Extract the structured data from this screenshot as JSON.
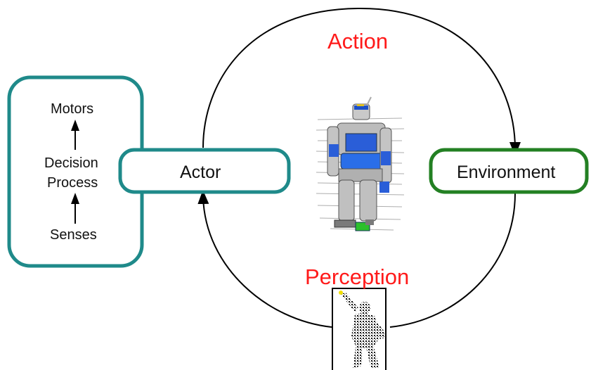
{
  "diagram": {
    "loop_labels": {
      "top": "Action",
      "bottom": "Perception"
    },
    "actor_box": {
      "label": "Actor"
    },
    "environment_box": {
      "label": "Environment"
    },
    "decision_panel": {
      "top": "Motors",
      "middle_line1": "Decision",
      "middle_line2": "Process",
      "bottom": "Senses"
    },
    "images": {
      "robot": "humanoid-robot-figure",
      "human": "human-point-cloud-figure"
    },
    "colors": {
      "label_red": "#ff1a1a",
      "actor_stroke": "#1f8a8a",
      "environment_stroke": "#238023",
      "loop_stroke": "#000000"
    }
  }
}
